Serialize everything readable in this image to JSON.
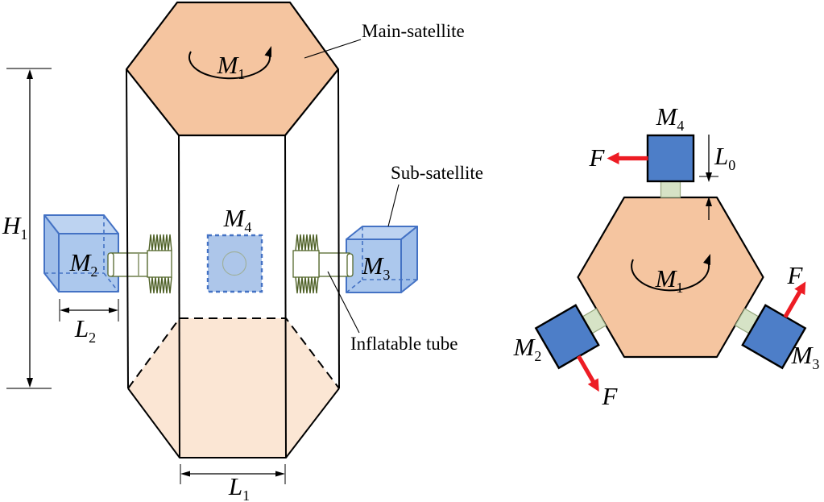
{
  "left_view": {
    "annotations": {
      "main_satellite": "Main-satellite",
      "sub_satellite": "Sub-satellite",
      "inflatable_tube": "Inflatable tube"
    },
    "labels": {
      "m1": {
        "base": "M",
        "sub": "1"
      },
      "m2": {
        "base": "M",
        "sub": "2"
      },
      "m3": {
        "base": "M",
        "sub": "3"
      },
      "m4": {
        "base": "M",
        "sub": "4"
      }
    },
    "dimensions": {
      "h1": {
        "base": "H",
        "sub": "1"
      },
      "l1": {
        "base": "L",
        "sub": "1"
      },
      "l2": {
        "base": "L",
        "sub": "2"
      }
    }
  },
  "right_view": {
    "labels": {
      "m1": {
        "base": "M",
        "sub": "1"
      },
      "m2": {
        "base": "M",
        "sub": "2"
      },
      "m3": {
        "base": "M",
        "sub": "3"
      },
      "m4": {
        "base": "M",
        "sub": "4"
      }
    },
    "force_label": "F",
    "dimensions": {
      "l0": {
        "base": "L",
        "sub": "0"
      }
    }
  },
  "colors": {
    "body_fill": "#F5C5A0",
    "body_fill_light": "#FBE6D4",
    "cube_front": "#ACC8ED",
    "cube_top": "#BDD3F1",
    "cube_side": "#9FBEE9",
    "cube_edge": "#4472C4",
    "square_fill": "#4D7EC8",
    "plate_fill": "#ADC6EA",
    "connector_fill": "#D6E3C6",
    "spring_green": "#4E6026",
    "force_red": "#ED1C24"
  }
}
